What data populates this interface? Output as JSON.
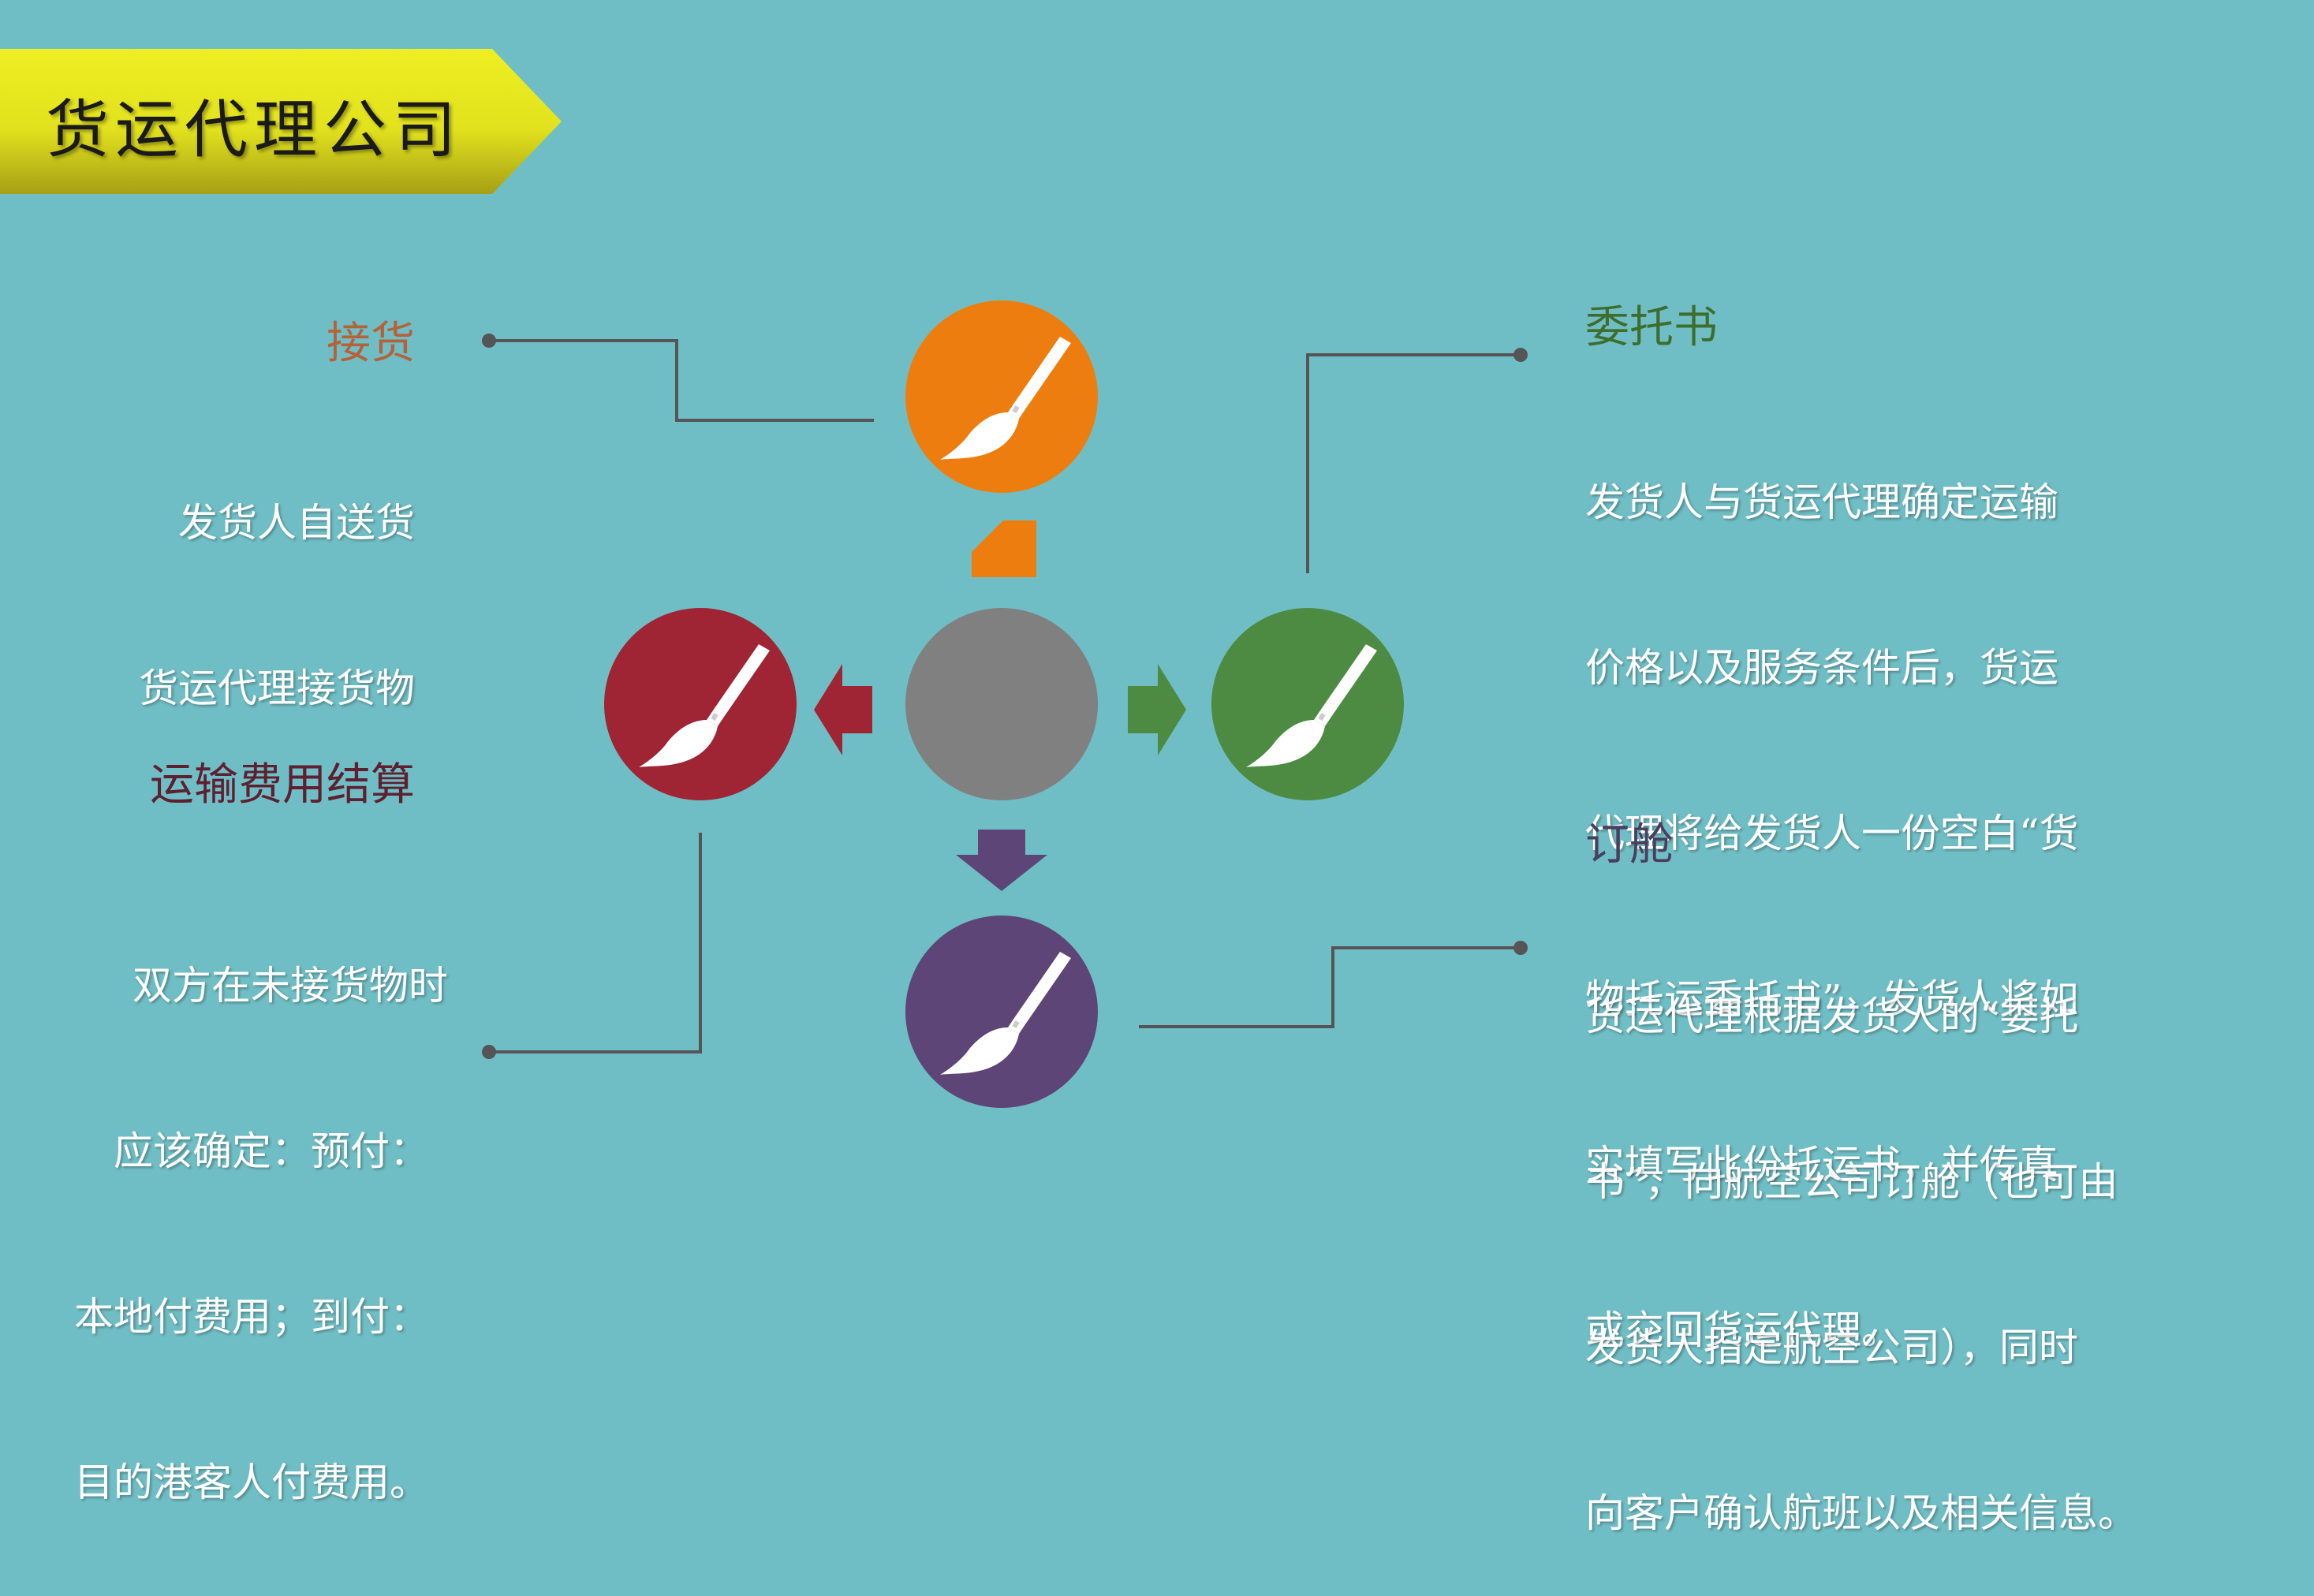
{
  "title": "货运代理公司",
  "colors": {
    "background": "#70bec5",
    "banner_left": "#e8e820",
    "banner_right": "#d5d41a",
    "center": "#808080",
    "orange": "#ee7d10",
    "green": "#4e8b42",
    "purple": "#5d4677",
    "red": "#9f2534",
    "line": "#555555"
  },
  "nodes": {
    "center": {
      "color": "#808080"
    },
    "top": {
      "color": "#ee7d10",
      "icon": "paintbrush-icon"
    },
    "right": {
      "color": "#4e8b42",
      "icon": "paintbrush-icon"
    },
    "bottom": {
      "color": "#5d4677",
      "icon": "paintbrush-icon"
    },
    "left": {
      "color": "#9f2534",
      "icon": "paintbrush-icon"
    }
  },
  "steps": {
    "receive": {
      "title": "接货",
      "lines": [
        "发货人自送货",
        "货运代理接货物"
      ]
    },
    "power_of_attorney": {
      "title": "委托书",
      "lines": [
        "发货人与货运代理确定运输",
        "价格以及服务条件后，货运",
        "代理将给发货人一份空白“货",
        "物托运委托书”，发货人将如",
        "实填写此份托运书，并传真",
        "或交回货运代理。"
      ]
    },
    "booking": {
      "title": "订舱",
      "lines": [
        "货运代理根据发货人的“委托",
        "书”，向航空公司订舱（也可由",
        "发货人指定航空公司），同时",
        "向客户确认航班以及相关信息。"
      ]
    },
    "settlement": {
      "title": "运输费用结算",
      "lines": [
        "双方在未接货物时",
        "应该确定：预付：",
        "本地付费用；到付：",
        "目的港客人付费用。"
      ]
    }
  }
}
